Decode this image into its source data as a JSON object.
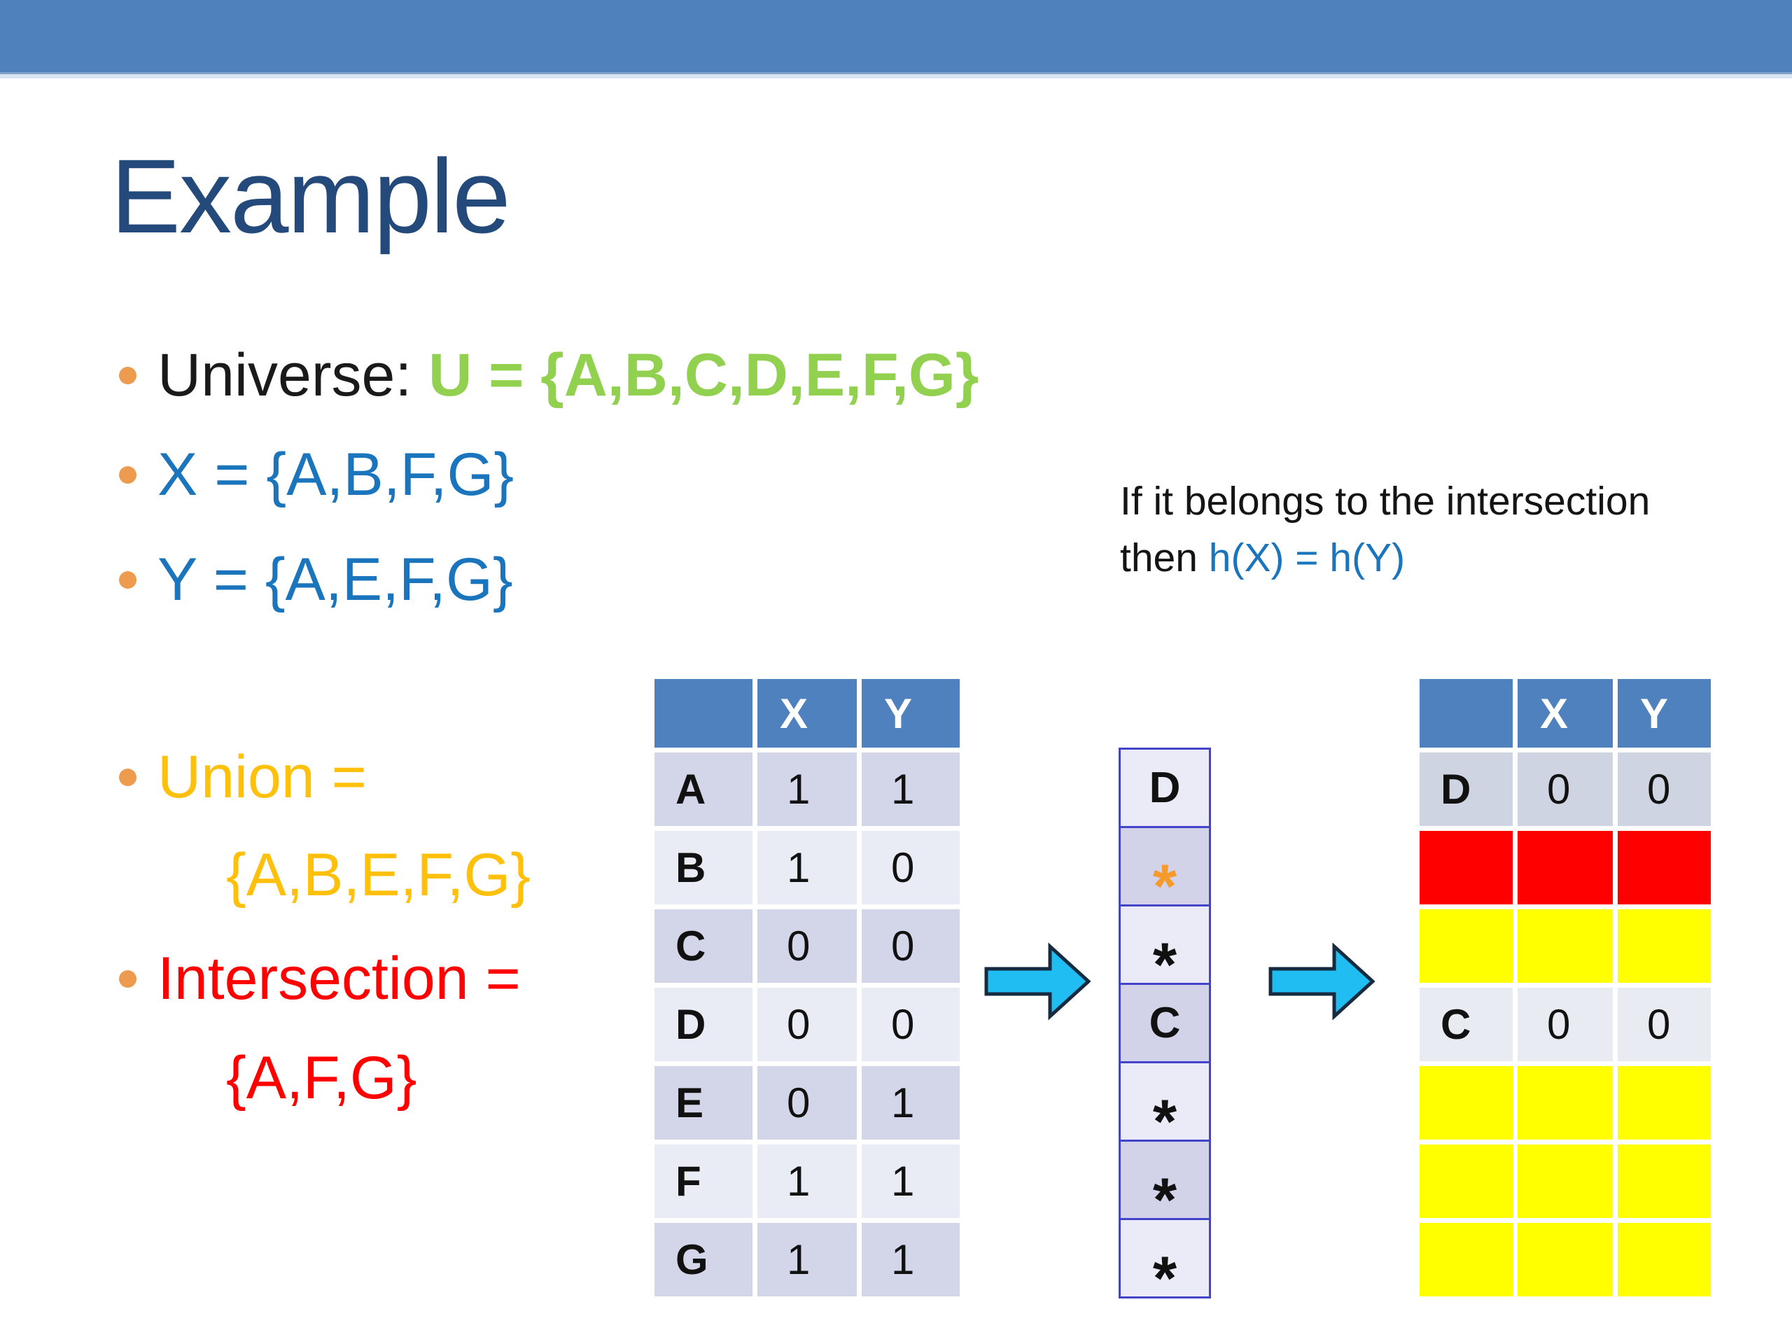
{
  "title": "Example",
  "bullets": {
    "universe_label": "Universe: ",
    "universe_value": "U = {A,B,C,D,E,F,G}",
    "x_set": "X = {A,B,F,G}",
    "y_set": "Y = {A,E,F,G}",
    "union_label": "Union =",
    "union_value": "{A,B,E,F,G}",
    "intersection_label": "Intersection =",
    "intersection_value": "{A,F,G}"
  },
  "note": {
    "line1": "If it belongs to the intersection",
    "line2_prefix": "then ",
    "line2_formula": "h(X) = h(Y)"
  },
  "left_table": {
    "headers": {
      "blank": "",
      "x": "X",
      "y": "Y"
    },
    "rows": [
      {
        "label": "A",
        "x": "1",
        "y": "1"
      },
      {
        "label": "B",
        "x": "1",
        "y": "0"
      },
      {
        "label": "C",
        "x": "0",
        "y": "0"
      },
      {
        "label": "D",
        "x": "0",
        "y": "0"
      },
      {
        "label": "E",
        "x": "0",
        "y": "1"
      },
      {
        "label": "F",
        "x": "1",
        "y": "1"
      },
      {
        "label": "G",
        "x": "1",
        "y": "1"
      }
    ]
  },
  "hash_column": {
    "cells": [
      "D",
      "*",
      "*",
      "C",
      "*",
      "*",
      "*"
    ],
    "orange_star_index": 1
  },
  "right_table": {
    "headers": {
      "blank": "",
      "x": "X",
      "y": "Y"
    },
    "rows": [
      {
        "label": "D",
        "x": "0",
        "y": "0",
        "fill": "gray"
      },
      {
        "label": "",
        "x": "",
        "y": "",
        "fill": "red"
      },
      {
        "label": "",
        "x": "",
        "y": "",
        "fill": "yellow"
      },
      {
        "label": "C",
        "x": "0",
        "y": "0",
        "fill": "pale"
      },
      {
        "label": "",
        "x": "",
        "y": "",
        "fill": "yellow"
      },
      {
        "label": "",
        "x": "",
        "y": "",
        "fill": "yellow"
      },
      {
        "label": "",
        "x": "",
        "y": "",
        "fill": "yellow"
      }
    ]
  },
  "colors": {
    "top_bar": "#4F81BD",
    "title_text": "#234A7A",
    "universe_green": "#92D050",
    "set_blue": "#1B75BC",
    "bullet_dot_orange": "#ED9B4E",
    "union_gold": "#FFC00B",
    "intersection_red": "#FF0000",
    "table_header_blue": "#4E81BD",
    "row_shade_dark": "#D3D6E8",
    "row_shade_light": "#EAECF5",
    "highlight_red": "#FF0000",
    "highlight_yellow": "#FFFF00",
    "hash_border_blue": "#4444C8",
    "hash_star_orange": "#F59B2C",
    "arrow_cyan": "#1FBDF2"
  }
}
